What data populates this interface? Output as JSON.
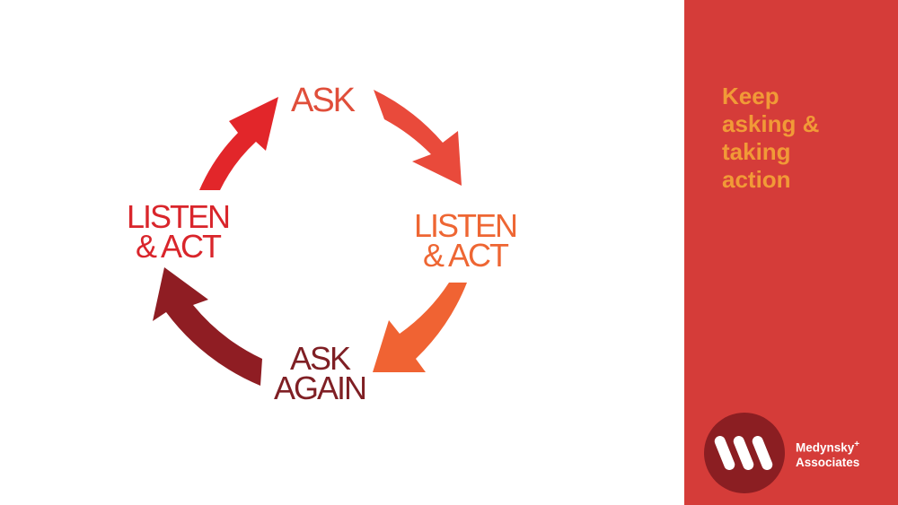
{
  "diagram": {
    "nodes": [
      {
        "id": "ask",
        "lines": [
          "ASK"
        ],
        "color": "#e04e3a"
      },
      {
        "id": "listen-act-right",
        "lines": [
          "LISTEN",
          "& ACT"
        ],
        "color": "#ee6633"
      },
      {
        "id": "ask-again",
        "lines": [
          "ASK",
          "AGAIN"
        ],
        "color": "#7f1f24"
      },
      {
        "id": "listen-act-left",
        "lines": [
          "LISTEN",
          "& ACT"
        ],
        "color": "#d9252b"
      }
    ],
    "arrow_colors": {
      "top_right": "#e94a3b",
      "bottom_right": "#f06333",
      "bottom_left": "#8f1d23",
      "top_left": "#e2262a"
    }
  },
  "side_panel": {
    "background": "#d53c39",
    "tagline": [
      "Keep",
      "asking &",
      "taking",
      "action"
    ],
    "tagline_color": "#f19a37",
    "logo": {
      "circle_color": "#8b1e22",
      "name_line1": "Medynsky",
      "name_line1_mark": "+",
      "name_line2": "Associates"
    }
  }
}
